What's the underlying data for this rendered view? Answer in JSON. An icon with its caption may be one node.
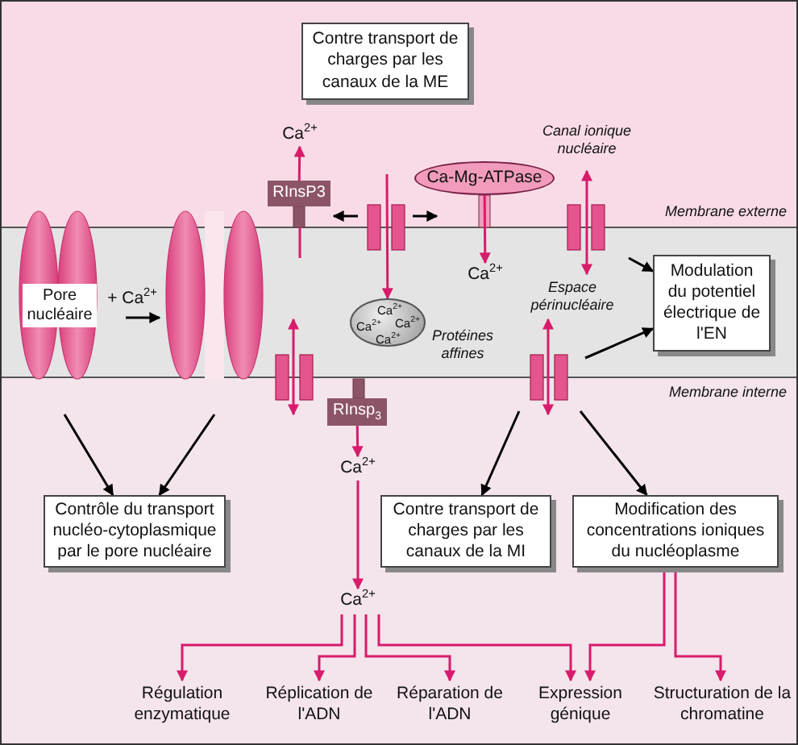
{
  "diagram": {
    "nodes": [
      {
        "text": [
          "Contre transport de charges par les canaux de la ME"
        ]
      },
      {
        "text": [
          "Ca$^{2+}$"
        ]
      },
      {
        "text": [
          "RInsP3"
        ]
      },
      {
        "text": [
          "Ca-Mg-ATPase"
        ]
      },
      {
        "text": [
          "Ca$^{2+}$"
        ]
      },
      {
        "text": [
          "Modulation du potentiel électrique de l'EN"
        ]
      },
      {
        "text": [
          "Pore nucléaire"
        ]
      },
      {
        "text": [
          "Ca$^{2+}$",
          "Ca$^{2+}$",
          "Ca$^{2+}$",
          "Ca$^{2+}$"
        ],
        "beside": [
          "Protéines affines"
        ]
      },
      {
        "text": [
          "RInsp$_{3}$"
        ]
      },
      {
        "text": [
          "Ca$^{2+}$"
        ]
      },
      {
        "text": [
          "Contrôle du transport nucléo-cytoplasmique par le pore nucléaire"
        ]
      },
      {
        "text": [
          "Contre transport de charges par les canaux de la MI"
        ]
      },
      {
        "text": [
          "Modification des concentrations ioniques du nucléoplasme"
        ]
      },
      {
        "text": [
          "Ca$^{2+}$"
        ]
      },
      {
        "text": [
          "Régulation enzymatique"
        ]
      },
      {
        "text": [
          "Réplication de l'ADN"
        ]
      },
      {
        "text": [
          "Réparation de l'ADN"
        ]
      },
      {
        "text": [
          "Expression génique"
        ]
      },
      {
        "text": [
          "Structuration de la chromatine"
        ]
      }
    ],
    "edges": [
      {
        "from": 2,
        "to": 1,
        "arrow": "to"
      },
      {
        "from": 3,
        "to": 4,
        "arrow": "to"
      },
      {
        "from": null,
        "to": 7,
        "arrow": "to"
      },
      {
        "from": 8,
        "to": 9,
        "arrow": "to"
      },
      {
        "from": 9,
        "to": 13,
        "arrow": "to"
      },
      {
        "from": 13,
        "to": 14,
        "arrow": "to"
      },
      {
        "from": 13,
        "to": 15,
        "arrow": "to"
      },
      {
        "from": 13,
        "to": 16,
        "arrow": "to"
      },
      {
        "from": 13,
        "to": 17,
        "arrow": "to"
      },
      {
        "from": 12,
        "to": 17,
        "arrow": "to"
      },
      {
        "from": 12,
        "to": 18,
        "arrow": "to"
      },
      {
        "from": null,
        "to": 10,
        "arrow": "to",
        "color": "#000000"
      },
      {
        "from": null,
        "to": 10,
        "arrow": "to",
        "color": "#000000"
      },
      {
        "from": null,
        "to": 5,
        "arrow": "to",
        "color": "#000000"
      },
      {
        "from": null,
        "to": 5,
        "arrow": "to",
        "color": "#000000"
      },
      {
        "from": null,
        "to": 11,
        "arrow": "to",
        "color": "#000000"
      },
      {
        "from": null,
        "to": 12,
        "arrow": "to",
        "color": "#000000"
      }
    ],
    "labels": [
      "Canal ionique nucléaire",
      "Membrane externe",
      "+ Ca$^{2+}$",
      "Espace périnucléaire",
      "Membrane interne"
    ]
  }
}
